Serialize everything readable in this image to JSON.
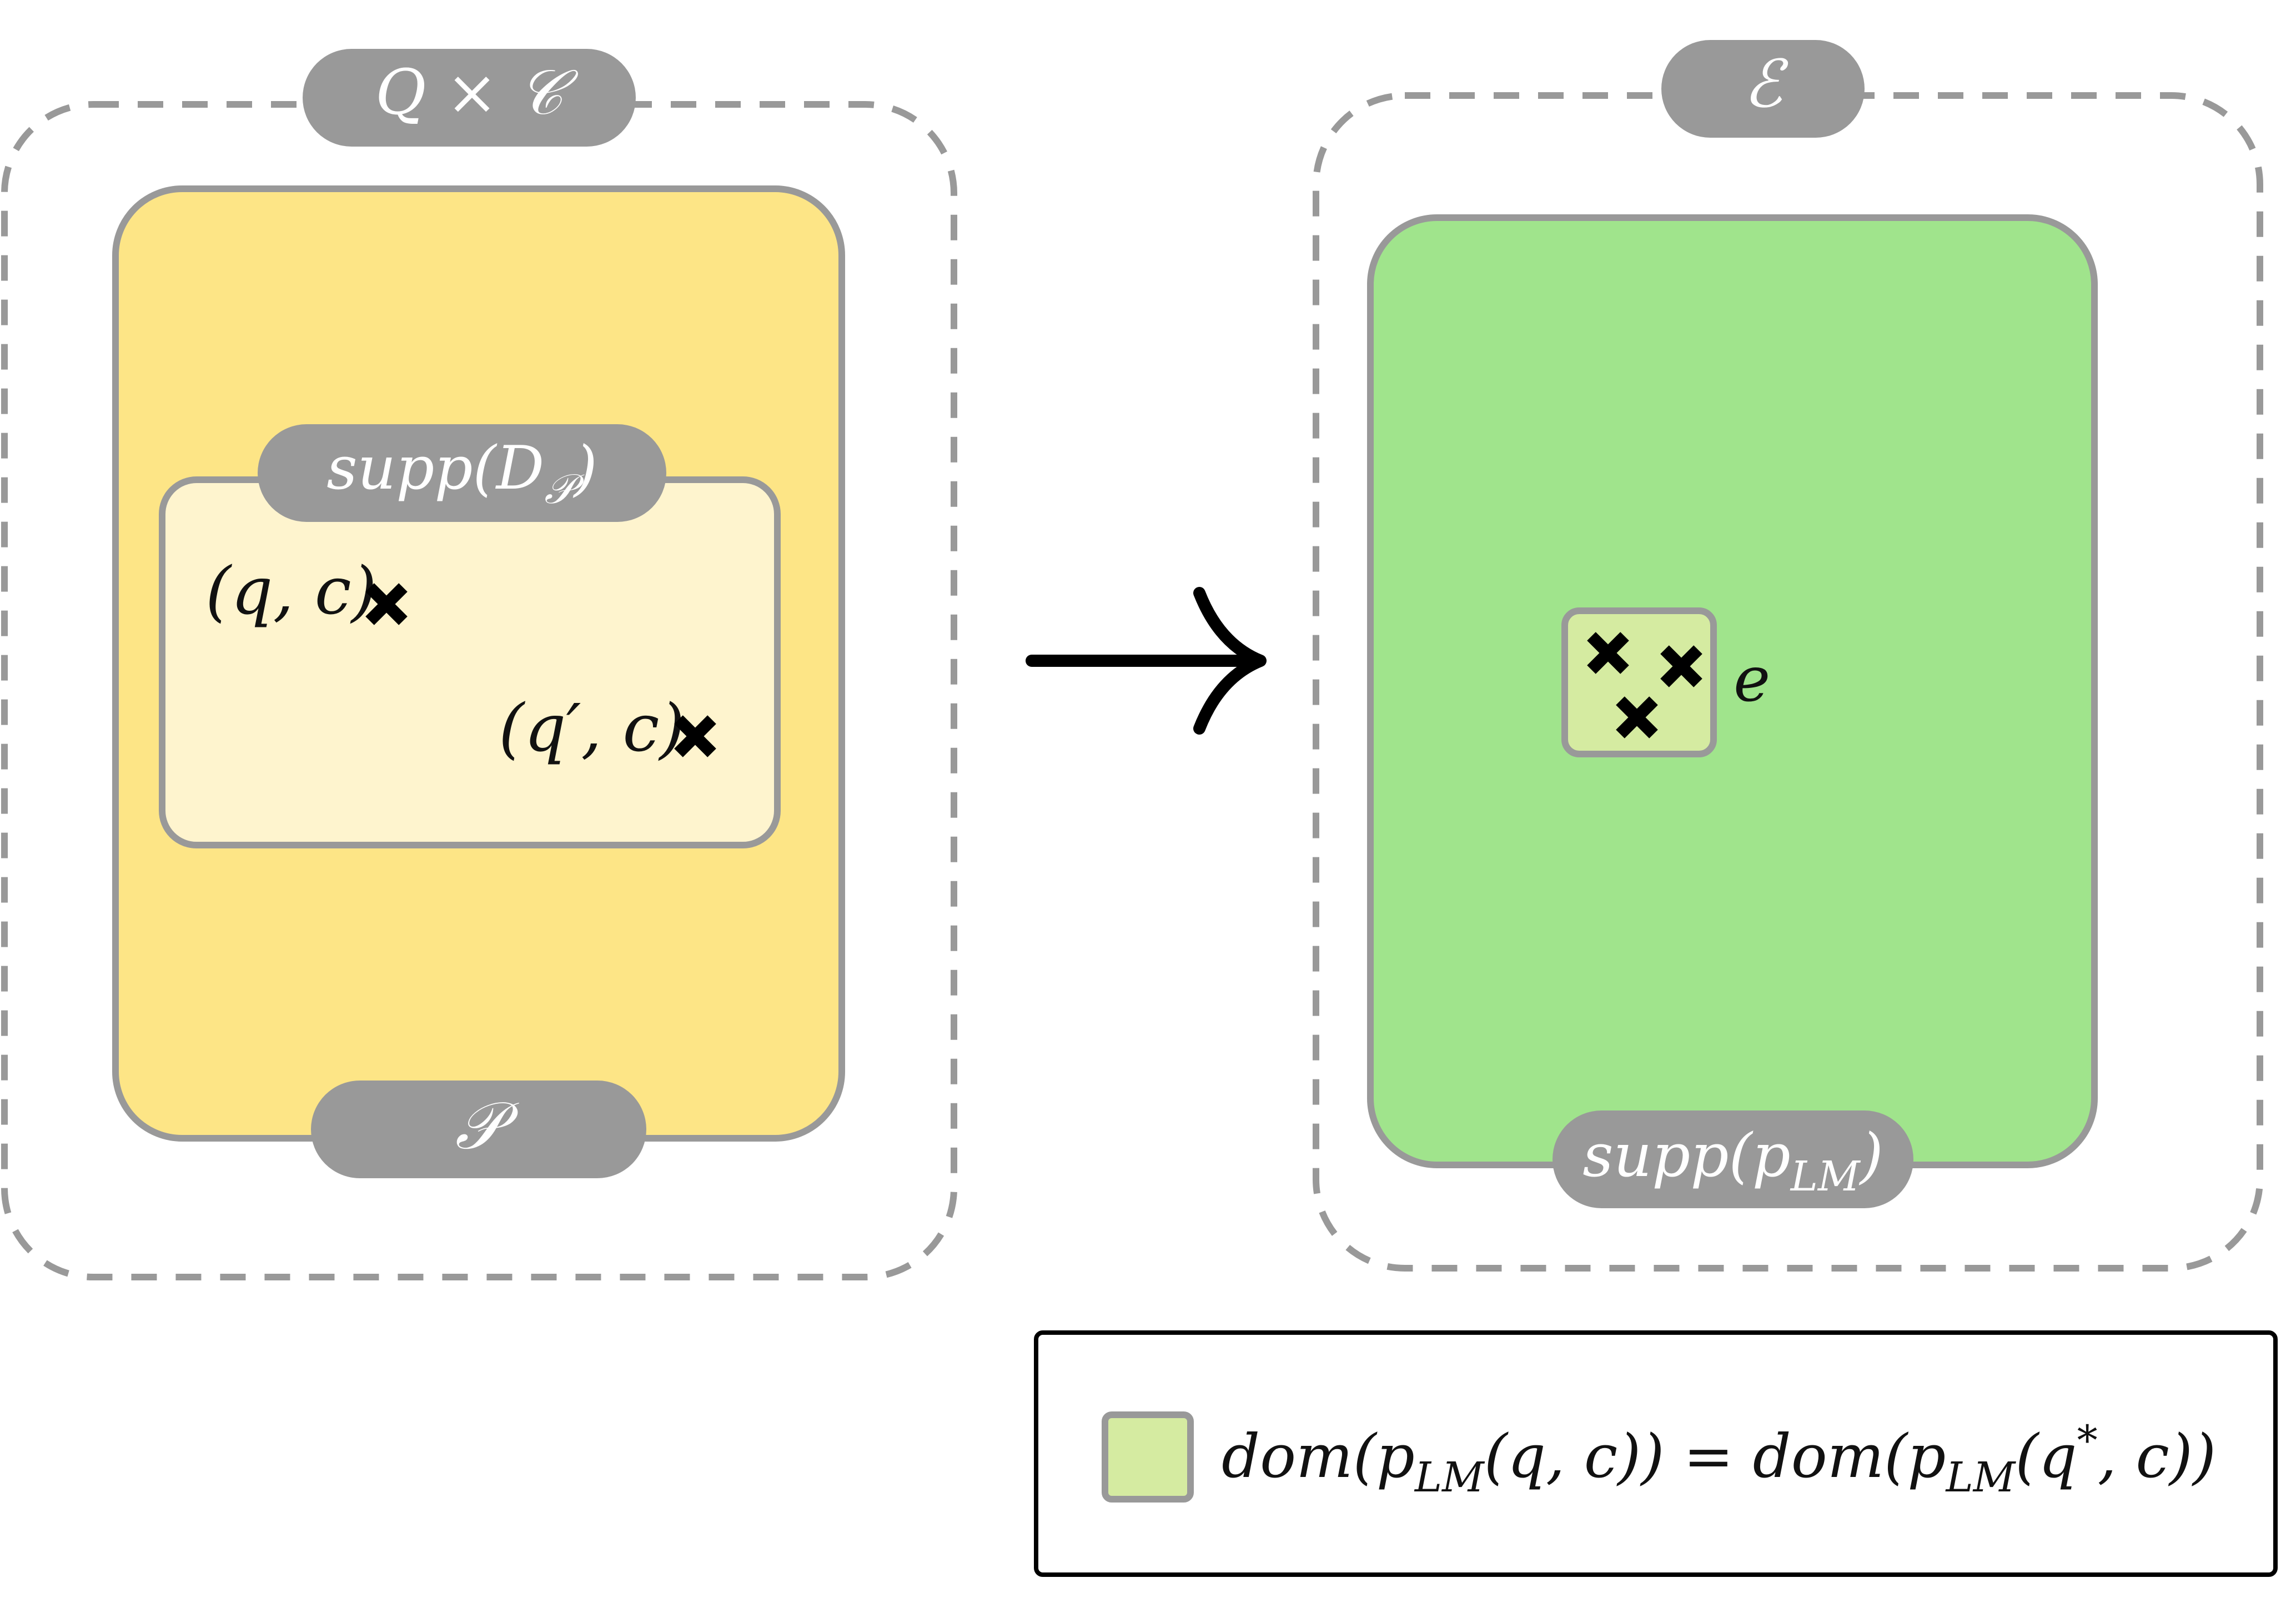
{
  "left_domain": {
    "title": "Q × 𝒞",
    "inner_region": {
      "title_main": "supp(D",
      "title_sub": "𝒫",
      "title_close": ")"
    },
    "outer_region": {
      "title": "𝒫"
    },
    "points": [
      {
        "label_main": "(q, c)"
      },
      {
        "label_main": "(q′, c)"
      }
    ]
  },
  "right_domain": {
    "title": "ℰ",
    "region": {
      "title_main": "supp(p",
      "title_sub": "LM",
      "title_close": ")"
    },
    "cluster": {
      "label": "e",
      "marks": 3
    }
  },
  "legend": {
    "parts": [
      "dom(p",
      "LM",
      "(q, c)) = dom(p",
      "LM",
      "(q",
      "*",
      ", c))"
    ]
  },
  "colors": {
    "outer_yellow": "#fde586",
    "inner_cream": "#fef4ce",
    "green": "#a0e48c",
    "light_green": "#d5eba1",
    "tag_gray": "#999999",
    "border_gray": "#999999"
  }
}
